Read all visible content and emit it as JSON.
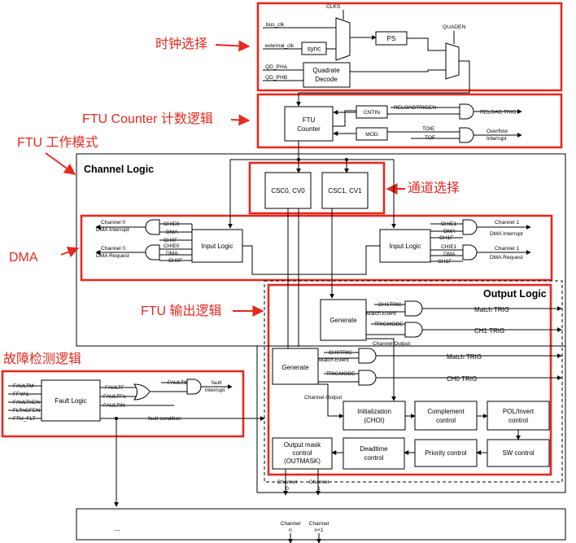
{
  "annotations": {
    "clock_select": "时钟选择",
    "ftu_counter": "FTU Counter 计数逻辑",
    "ftu_work_mode": "FTU 工作模式",
    "channel_select": "通道选择",
    "dma": "DMA",
    "ftu_output": "FTU 输出逻辑",
    "fault_detect": "故障检测逻辑"
  },
  "clock": {
    "clks": "CLKS",
    "quaden": "QUADEN",
    "bus_clk": "bus_clk",
    "external_clk": "external_clk",
    "sync": "sync",
    "ps": "PS",
    "qd_pha": "QD_PHA",
    "qd_phb": "QD_PHB",
    "quadrate_1": "Quadrate",
    "quadrate_2": "Decode"
  },
  "counter": {
    "ftu_1": "FTU",
    "ftu_2": "Counter",
    "cntin": "CNTIN",
    "mod": "MOD",
    "reloadtrigen": "RELOADTRIGEN",
    "reload_trig": "RELOAD TRIG",
    "toie": "TOIE",
    "tof": "TOF",
    "overflow_1": "Overflow",
    "overflow_2": "Interrupt"
  },
  "channel_logic": {
    "title": "Channel Logic",
    "csc0": "CSC0, CV0",
    "csc1": "CSC1, CV1",
    "input_logic": "Input Logic",
    "ch0_int_1": "Channel 0",
    "ch0_int_2": "DMA Interrupt",
    "ch0_req_1": "Channel 0",
    "ch0_req_2": "DMA Request",
    "chie0": "CHIE0",
    "dma": "DMA",
    "ch0f": "CH0F",
    "chie1": "CHIE1",
    "ch1f": "CH1F",
    "ch1_int_1": "Channel 1",
    "ch1_int_2": "DMA Interrupt",
    "ch1_req_1": "Channel 1",
    "ch1_req_2": "DMA Request"
  },
  "output_logic": {
    "title": "Output Logic",
    "generate": "Generate",
    "ch1trig": "CH1TRIG",
    "match_event": "Match Event",
    "trigmode": "TRIGMODE",
    "match_trig": "Match TRIG",
    "ch1_trig": "CH1 TRIG",
    "channel_output": "Channel Output",
    "ch0trig": "CH0TRIG",
    "ch0_trig": "CH0 TRIG",
    "init_1": "Initialization",
    "init_2": "(CHOI)",
    "comp_1": "Complement",
    "comp_2": "control",
    "pol_1": "POL/Invert",
    "pol_2": "control",
    "sw": "SW control",
    "priority": "Priority control",
    "dead_1": "Deadtime",
    "dead_2": "control",
    "mask_1": "Output mask",
    "mask_2": "control",
    "mask_3": "(OUTMASK)"
  },
  "fault": {
    "faultm": "FAULTM",
    "ffval": "FFVAL",
    "faulttnen": "FAULTnEN",
    "fltngfen": "FLTnGFEN",
    "ftu_flt": "FTU_FLT",
    "fault_logic": "Fault Logic",
    "faultf": "FAULTF",
    "faultfn": "FAULTFn",
    "faultin": "FAULTIN",
    "faultie": "FAULTIE",
    "fault_int_1": "fault",
    "fault_int_2": "interrupt",
    "fault_condition": "fault condition"
  },
  "bottom": {
    "ellipsis": "...",
    "ch0_1": "Channel",
    "ch0_2": "0",
    "ch1_1": "Channel",
    "ch1_2": "1",
    "chn_1": "Channel",
    "chn_2": "n",
    "chn1_1": "Channel",
    "chn1_2": "n+1"
  }
}
